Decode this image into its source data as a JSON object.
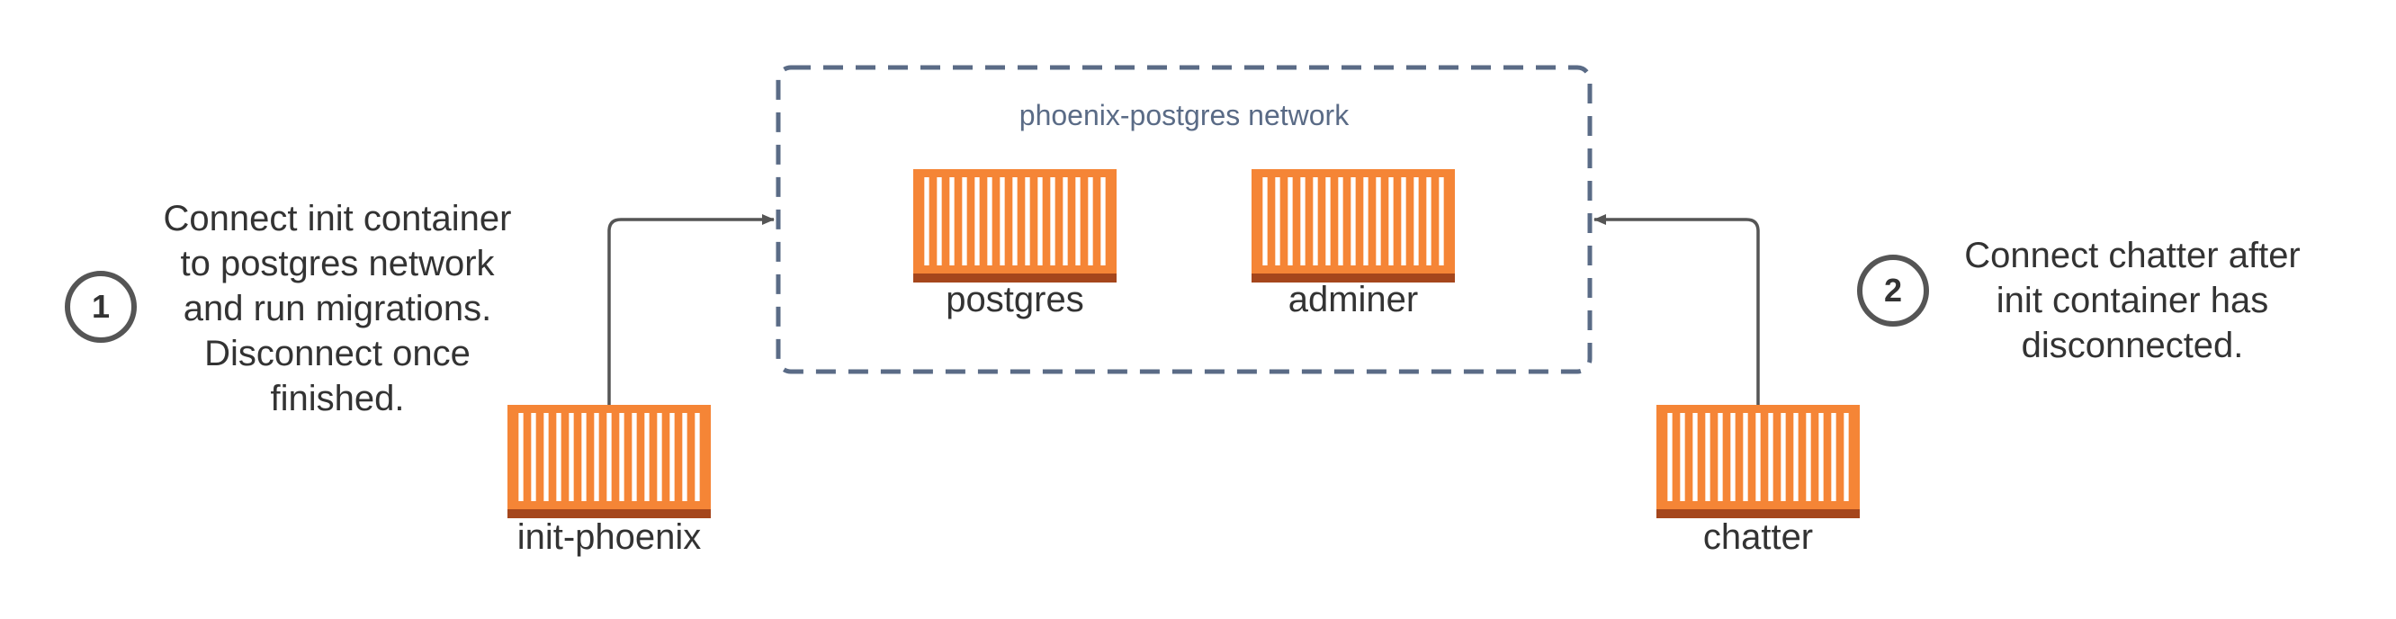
{
  "network": {
    "label": "phoenix-postgres network"
  },
  "containers": {
    "postgres": "postgres",
    "adminer": "adminer",
    "init": "init-phoenix",
    "chatter": "chatter"
  },
  "steps": [
    {
      "number": "1",
      "lines": [
        "Connect init container",
        "to postgres network",
        "and run migrations.",
        "Disconnect once",
        "finished."
      ]
    },
    {
      "number": "2",
      "lines": [
        "Connect chatter after",
        "init container has",
        "disconnected."
      ]
    }
  ],
  "colors": {
    "container_fill": "#f58536",
    "container_base": "#a5461c",
    "container_stripe": "#ffffff",
    "network_border": "#5a6b86",
    "arrow": "#555555",
    "step_circle": "#555555",
    "text": "#333333"
  },
  "icons": {
    "container": "container-icon"
  }
}
